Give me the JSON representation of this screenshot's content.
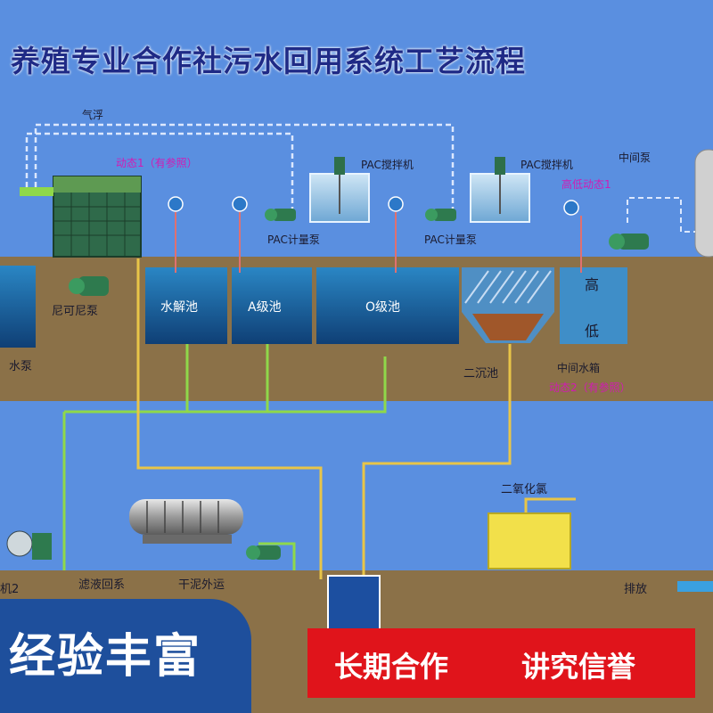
{
  "title": "养殖专业合作社污水回用系统工艺流程",
  "labels": {
    "air_flotation": "气浮",
    "dynamic1": "动态1（有参照）",
    "pac_mixer_1": "PAC搅拌机",
    "pac_mixer_2": "PAC搅拌机",
    "middle_pump": "中间泵",
    "high_low_dynamic": "高低动态1",
    "pac_meter_pump_1": "PAC计量泵",
    "pac_meter_pump_2": "PAC计量泵",
    "roots_pump": "尼可尼泵",
    "hydrolysis_tank": "水解池",
    "a_tank": "A级池",
    "o_tank": "O级池",
    "high": "高",
    "low": "低",
    "water_pump": "水泵",
    "secondary_settling": "二沉池",
    "middle_water_tank": "中间水箱",
    "dynamic2": "动态2（有参照）",
    "chlorine_dioxide": "二氧化氯",
    "machine2": "机2",
    "filtrate_return": "滤液回系",
    "dry_mud": "干泥外运",
    "discharge": "排放"
  },
  "banners": {
    "experience": "经验丰富",
    "long_term": "长期合作",
    "credibility": "讲究信誉"
  },
  "colors": {
    "background": "#5a8fe0",
    "ground": "#8b7148",
    "water_tank": "#1d6fa8",
    "pipe_green": "#8fd84a",
    "pipe_yellow": "#e8c548",
    "pipe_dashed": "#dce8ff",
    "banner_red": "#e0141b",
    "banner_blue": "#1e4f9c",
    "title": "#1f2a86"
  }
}
